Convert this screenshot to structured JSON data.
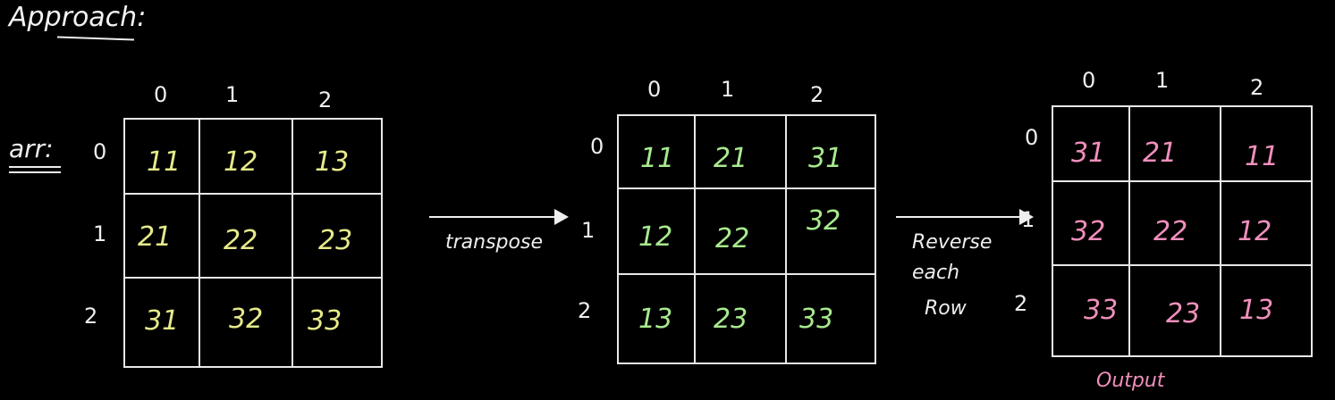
{
  "title": "Approach:",
  "array_label": "arr:",
  "col_indices": [
    "0",
    "1",
    "2"
  ],
  "row_indices": [
    "0",
    "1",
    "2"
  ],
  "matrices": [
    {
      "cells": [
        [
          "11",
          "12",
          "13"
        ],
        [
          "21",
          "22",
          "23"
        ],
        [
          "31",
          "32",
          "33"
        ]
      ],
      "color": "#e6ea8a"
    },
    {
      "cells": [
        [
          "11",
          "21",
          "31"
        ],
        [
          "12",
          "22",
          "32"
        ],
        [
          "13",
          "23",
          "33"
        ]
      ],
      "color": "#a8ea8e"
    },
    {
      "cells": [
        [
          "31",
          "21",
          "11"
        ],
        [
          "32",
          "22",
          "12"
        ],
        [
          "33",
          "23",
          "13"
        ]
      ],
      "color": "#f08fbc"
    }
  ],
  "steps": {
    "transpose": "transpose",
    "reverse_line1": "Reverse",
    "reverse_line2": "each",
    "reverse_line3": "Row"
  },
  "output_label": "Output"
}
